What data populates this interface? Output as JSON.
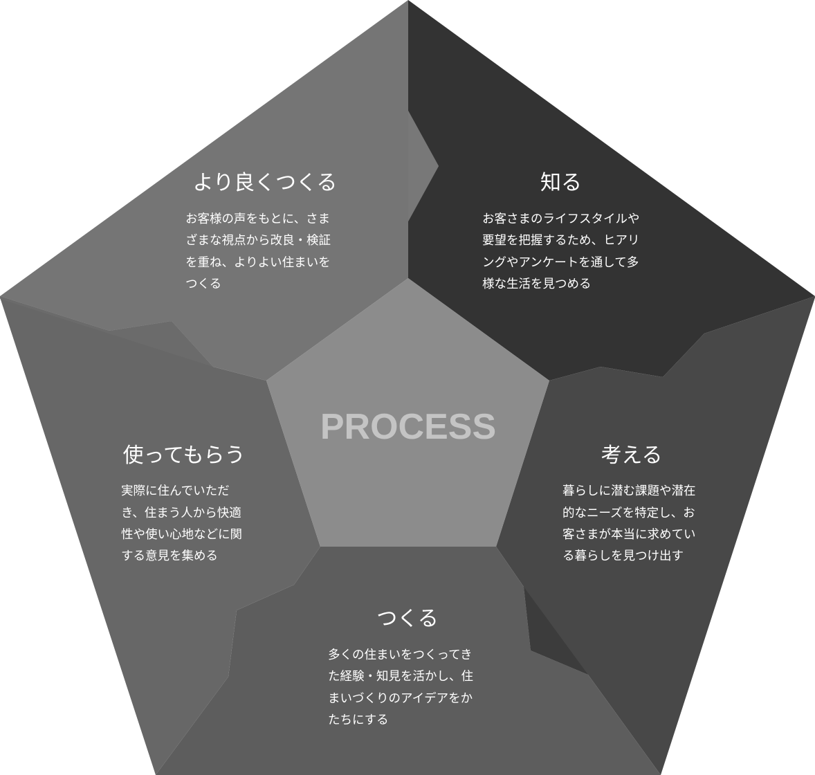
{
  "center": {
    "label": "PROCESS"
  },
  "segments": {
    "know": {
      "title": "知る",
      "lines": [
        "お客さまのライフスタイルや",
        "要望を把握するため、ヒアリ",
        "ングやアンケートを通して多",
        "様な生活を見つめる"
      ]
    },
    "think": {
      "title": "考える",
      "lines": [
        "暮らしに潜む課題や潜在",
        "的なニーズを特定し、お",
        "客さまが本当に求めてい",
        "る暮らしを見つけ出す"
      ]
    },
    "make": {
      "title": "つくる",
      "lines": [
        "多くの住まいをつくってき",
        "た経験・知見を活かし、住",
        "まいづくりのアイデアをか",
        "たちにする"
      ]
    },
    "use": {
      "title": "使ってもらう",
      "lines": [
        "実際に住んでいただ",
        "き、住まう人から快適",
        "性や使い心地などに関",
        "する意見を集める"
      ]
    },
    "improve": {
      "title": "より良くつくる",
      "lines": [
        "お客様の声をもとに、さま",
        "ざまな視点から改良・検証",
        "を重ね、よりよい住まいを",
        "つくる"
      ]
    }
  },
  "colors": {
    "know": "#333333",
    "think": "#484848",
    "make": "#5d5d5d",
    "use": "#676767",
    "improve": "#757575",
    "center": "#8c8c8c",
    "center_text": "#c4c4c4",
    "text": "#ffffff"
  }
}
